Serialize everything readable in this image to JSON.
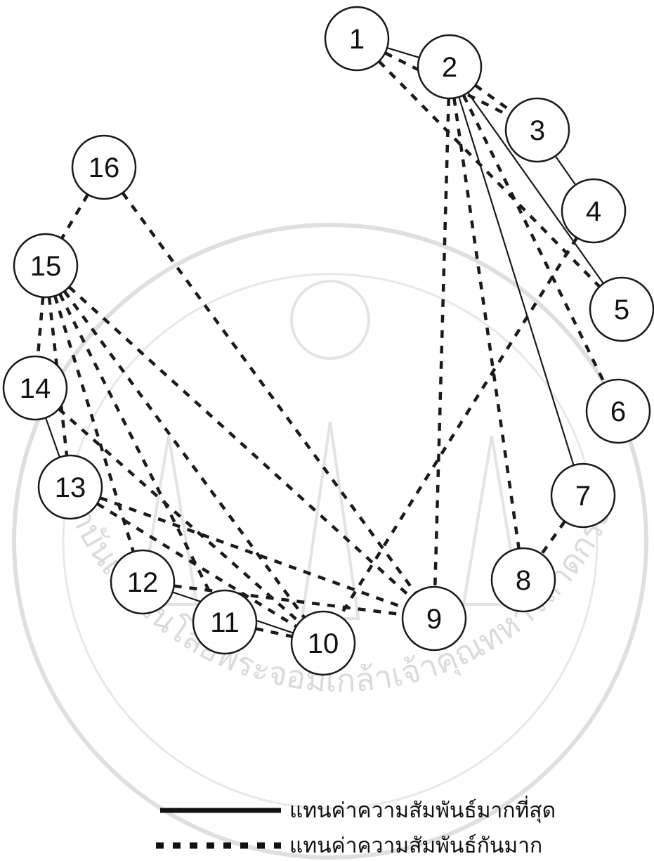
{
  "diagram": {
    "nodes": [
      {
        "id": 1,
        "label": "1"
      },
      {
        "id": 2,
        "label": "2"
      },
      {
        "id": 3,
        "label": "3"
      },
      {
        "id": 4,
        "label": "4"
      },
      {
        "id": 5,
        "label": "5"
      },
      {
        "id": 6,
        "label": "6"
      },
      {
        "id": 7,
        "label": "7"
      },
      {
        "id": 8,
        "label": "8"
      },
      {
        "id": 9,
        "label": "9"
      },
      {
        "id": 10,
        "label": "10"
      },
      {
        "id": 11,
        "label": "11"
      },
      {
        "id": 12,
        "label": "12"
      },
      {
        "id": 13,
        "label": "13"
      },
      {
        "id": 14,
        "label": "14"
      },
      {
        "id": 15,
        "label": "15"
      },
      {
        "id": 16,
        "label": "16"
      }
    ],
    "edges": [
      {
        "from": 1,
        "to": 2,
        "type": "strongest"
      },
      {
        "from": 3,
        "to": 4,
        "type": "strongest"
      },
      {
        "from": 2,
        "to": 5,
        "type": "strongest"
      },
      {
        "from": 2,
        "to": 7,
        "type": "strongest"
      },
      {
        "from": 13,
        "to": 14,
        "type": "strongest"
      },
      {
        "from": 12,
        "to": 10,
        "type": "strongest"
      },
      {
        "from": 2,
        "to": 3,
        "type": "strong"
      },
      {
        "from": 1,
        "to": 3,
        "type": "strong"
      },
      {
        "from": 1,
        "to": 5,
        "type": "strong"
      },
      {
        "from": 2,
        "to": 6,
        "type": "strong"
      },
      {
        "from": 2,
        "to": 8,
        "type": "strong"
      },
      {
        "from": 2,
        "to": 9,
        "type": "strong"
      },
      {
        "from": 4,
        "to": 10,
        "type": "strong"
      },
      {
        "from": 7,
        "to": 8,
        "type": "strong"
      },
      {
        "from": 16,
        "to": 15,
        "type": "strong"
      },
      {
        "from": 16,
        "to": 9,
        "type": "strong"
      },
      {
        "from": 15,
        "to": 14,
        "type": "strong"
      },
      {
        "from": 15,
        "to": 13,
        "type": "strong"
      },
      {
        "from": 15,
        "to": 12,
        "type": "strong"
      },
      {
        "from": 15,
        "to": 11,
        "type": "strong"
      },
      {
        "from": 15,
        "to": 10,
        "type": "strong"
      },
      {
        "from": 15,
        "to": 9,
        "type": "strong"
      },
      {
        "from": 14,
        "to": 10,
        "type": "strong"
      },
      {
        "from": 13,
        "to": 10,
        "type": "strong"
      },
      {
        "from": 13,
        "to": 9,
        "type": "strong"
      },
      {
        "from": 12,
        "to": 9,
        "type": "strong"
      },
      {
        "from": 11,
        "to": 10,
        "type": "strong"
      }
    ]
  },
  "legend": {
    "strongest_label": "แทนค่าความสัมพันธ์มากที่สุด",
    "strong_label": "แทนค่าความสัมพันธ์กันมาก"
  },
  "watermark": {
    "seal_text": "สถาบันเทคโนโลยีพระจอมเกล้าเจ้าคุณทหารลาดกระบัง"
  },
  "colors": {
    "line": "#1a1a1a",
    "node_fill": "#ffffff",
    "watermark": "#d9d9d9"
  }
}
